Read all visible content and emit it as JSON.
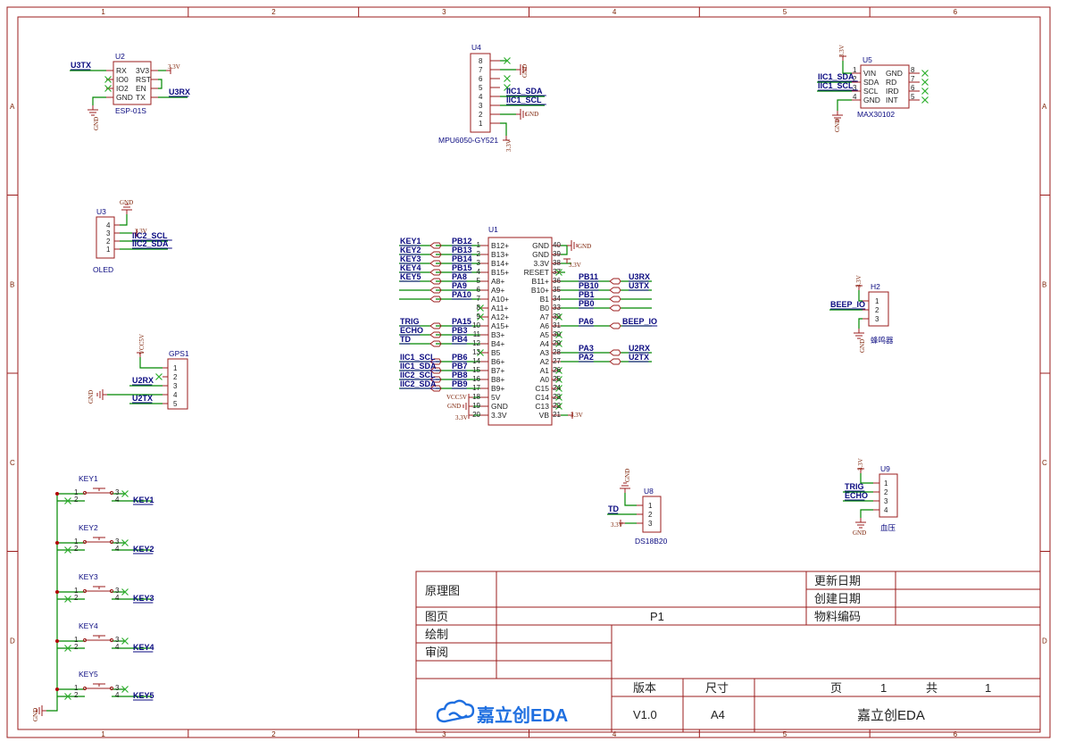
{
  "border": {
    "columns": [
      "1",
      "2",
      "3",
      "4",
      "5",
      "6"
    ],
    "rows": [
      "A",
      "B",
      "C",
      "D"
    ]
  },
  "colors": {
    "frame": "#9b1c1c",
    "wire": "#008800",
    "net_label": "#0a0a80",
    "no_connect": "#30b030",
    "junction": "#b00000",
    "title_block": "#9b1c1c",
    "logo": "#1f6fe0"
  },
  "components": {
    "u2": {
      "designator": "U2",
      "name": "ESP-01S",
      "left_pins": [
        "RX",
        "IO0",
        "IO2",
        "GND"
      ],
      "right_pins": [
        "3V3",
        "RST",
        "EN",
        "TX"
      ],
      "nets": {
        "rx": "U3TX",
        "tx": "U3RX"
      },
      "power": {
        "vcc": "3.3V",
        "gnd": "GND"
      }
    },
    "u4": {
      "designator": "U4",
      "name": "MPU6050-GY521",
      "pins": [
        "8",
        "7",
        "6",
        "5",
        "4",
        "3",
        "2",
        "1"
      ],
      "nets": {
        "sda": "IIC1_SDA",
        "scl": "IIC1_SCL"
      },
      "power": {
        "gnd_top": "GND",
        "gnd": "GND",
        "vcc": "3.3V"
      }
    },
    "u5": {
      "designator": "U5",
      "name": "MAX30102",
      "left_labels": [
        "VIN",
        "SDA",
        "SCL",
        "GND"
      ],
      "left_nums": [
        "1",
        "2",
        "3",
        "4"
      ],
      "right_labels": [
        "GND",
        "RD",
        "IRD",
        "INT"
      ],
      "right_nums": [
        "8",
        "7",
        "6",
        "5"
      ],
      "nets": {
        "sda": "IIC1_SDA",
        "scl": "IIC1_SCL"
      },
      "power": {
        "vcc": "3.3V",
        "gnd": "GND"
      }
    },
    "u3": {
      "designator": "U3",
      "name": "OLED",
      "pins": [
        "4",
        "3",
        "2",
        "1"
      ],
      "nets": {
        "scl": "IIC2_SCL",
        "sda": "IIC2_SDA"
      },
      "power": {
        "gnd": "GND",
        "vcc": "3.3V"
      }
    },
    "u1": {
      "designator": "U1",
      "left_labels": [
        "B12+",
        "B13+",
        "B14+",
        "B15+",
        "A8+",
        "A9+",
        "A10+",
        "A11+",
        "A12+",
        "A15+",
        "B3+",
        "B4+",
        "B5",
        "B6+",
        "B7+",
        "B8+",
        "B9+",
        "5V",
        "GND",
        "3.3V"
      ],
      "left_nums": [
        "1",
        "2",
        "3",
        "4",
        "5",
        "6",
        "7",
        "8",
        "9",
        "10",
        "11",
        "12",
        "13",
        "14",
        "15",
        "16",
        "17",
        "18",
        "19",
        "20"
      ],
      "right_labels": [
        "GND",
        "GND",
        "3.3V",
        "RESET",
        "B11+",
        "B10+",
        "B1",
        "B0",
        "A7",
        "A6",
        "A5",
        "A4",
        "A3",
        "A2",
        "A1",
        "A0",
        "C15",
        "C14",
        "C13",
        "VB"
      ],
      "right_nums": [
        "40",
        "39",
        "38",
        "37",
        "36",
        "35",
        "34",
        "33",
        "32",
        "31",
        "30",
        "29",
        "28",
        "27",
        "26",
        "25",
        "24",
        "23",
        "22",
        "21"
      ],
      "left_ports": [
        "PB12",
        "PB13",
        "PB14",
        "PB15",
        "PA8",
        "PA9",
        "PA10",
        "",
        "",
        "PA15",
        "PB3",
        "PB4",
        "",
        "PB6",
        "PB7",
        "PB8",
        "PB9",
        "",
        "",
        ""
      ],
      "left_nets": [
        "KEY1",
        "KEY2",
        "KEY3",
        "KEY4",
        "KEY5",
        "",
        "",
        "",
        "",
        "TRIG",
        "ECHO",
        "TD",
        "",
        "IIC1_SCL",
        "IIC1_SDA",
        "IIC2_SCL",
        "IIC2_SDA",
        "",
        "",
        ""
      ],
      "right_ports": [
        "",
        "",
        "",
        "",
        "PB11",
        "PB10",
        "PB1",
        "PB0",
        "",
        "PA6",
        "",
        "",
        "PA3",
        "PA2",
        "",
        "",
        "",
        "",
        "",
        ""
      ],
      "right_nets": [
        "",
        "",
        "",
        "",
        "U3RX",
        "U3TX",
        "",
        "",
        "",
        "BEEP_IO",
        "",
        "",
        "U2RX",
        "U2TX",
        "",
        "",
        "",
        "",
        "",
        ""
      ],
      "power": {
        "gnd": "GND",
        "vcc33": "3.3V",
        "vcc5": "VCC5V",
        "gnd_left": "GND",
        "vcc33_left": "3.3V",
        "vb": "3.3V"
      }
    },
    "h2": {
      "designator": "H2",
      "name": "蜂鸣器",
      "pins": [
        "1",
        "2",
        "3"
      ],
      "nets": {
        "io": "BEEP_IO"
      },
      "power": {
        "vcc": "3.3V",
        "gnd": "GND"
      }
    },
    "gps1": {
      "designator": "GPS1",
      "pins": [
        "1",
        "2",
        "3",
        "4",
        "5"
      ],
      "nets": {
        "rx": "U2RX",
        "tx": "U2TX"
      },
      "power": {
        "vcc": "VCC5V",
        "gnd": "GND"
      }
    },
    "keys": [
      {
        "designator": "KEY1",
        "net": "KEY1"
      },
      {
        "designator": "KEY2",
        "net": "KEY2"
      },
      {
        "designator": "KEY3",
        "net": "KEY3"
      },
      {
        "designator": "KEY4",
        "net": "KEY4"
      },
      {
        "designator": "KEY5",
        "net": "KEY5"
      }
    ],
    "key_pins": [
      "1",
      "2",
      "3",
      "4"
    ],
    "key_gnd": "GND",
    "u8": {
      "designator": "U8",
      "name": "DS18B20",
      "pins": [
        "1",
        "2",
        "3"
      ],
      "nets": {
        "td": "TD"
      },
      "power": {
        "gnd": "GND",
        "vcc": "3.3V"
      }
    },
    "u9": {
      "designator": "U9",
      "name": "血压",
      "pins": [
        "1",
        "2",
        "3",
        "4"
      ],
      "nets": {
        "trig": "TRIG",
        "echo": "ECHO"
      },
      "power": {
        "vcc": "3.3V",
        "gnd": "GND"
      }
    }
  },
  "title_block": {
    "schematic": "原理图",
    "page_label": "图页",
    "page_value": "P1",
    "drawn_by": "绘制",
    "reviewed_by": "审阅",
    "update_date": "更新日期",
    "create_date": "创建日期",
    "part_number": "物料编码",
    "version_label": "版本",
    "version_value": "V1.0",
    "size_label": "尺寸",
    "size_value": "A4",
    "page_word": "页",
    "page_num": "1",
    "total_word": "共",
    "total_num": "1",
    "logo_text": "嘉立创EDA",
    "company": "嘉立创EDA"
  }
}
